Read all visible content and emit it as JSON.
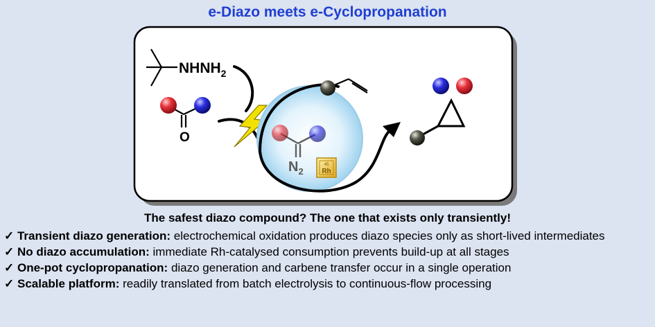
{
  "title": "e-Diazo meets e-Cyclopropanation",
  "scheme": {
    "hydrazine_label": "NHNH",
    "hydrazine_subscript": "2",
    "carbonyl_oxygen": "O",
    "diazo_label": "N",
    "diazo_subscript": "2",
    "catalyst_symbol": "Rh",
    "catalyst_number": "45"
  },
  "tagline": "The safest diazo compound? The one that exists only transiently!",
  "bullets": [
    {
      "check": "✓",
      "heading": "Transient diazo generation:",
      "text": " electrochemical oxidation produces diazo species only as short-lived intermediates"
    },
    {
      "check": "✓",
      "heading": "No diazo accumulation:",
      "text": " immediate Rh-catalysed consumption prevents build-up at all stages"
    },
    {
      "check": "✓",
      "heading": "One-pot cyclopropanation:",
      "text": " diazo generation and carbene transfer occur in a single operation"
    },
    {
      "check": "✓",
      "heading": "Scalable platform:",
      "text": " readily translated from batch electrolysis to continuous-flow processing"
    }
  ],
  "colors": {
    "title": "#1f3fd0",
    "red_ball": "#e8323c",
    "blue_ball": "#2a2ee0",
    "gray_ball": "#3b3b33",
    "flask": "#bfe3f7",
    "bolt": "#f2e000",
    "catalyst": "#d4a017"
  }
}
